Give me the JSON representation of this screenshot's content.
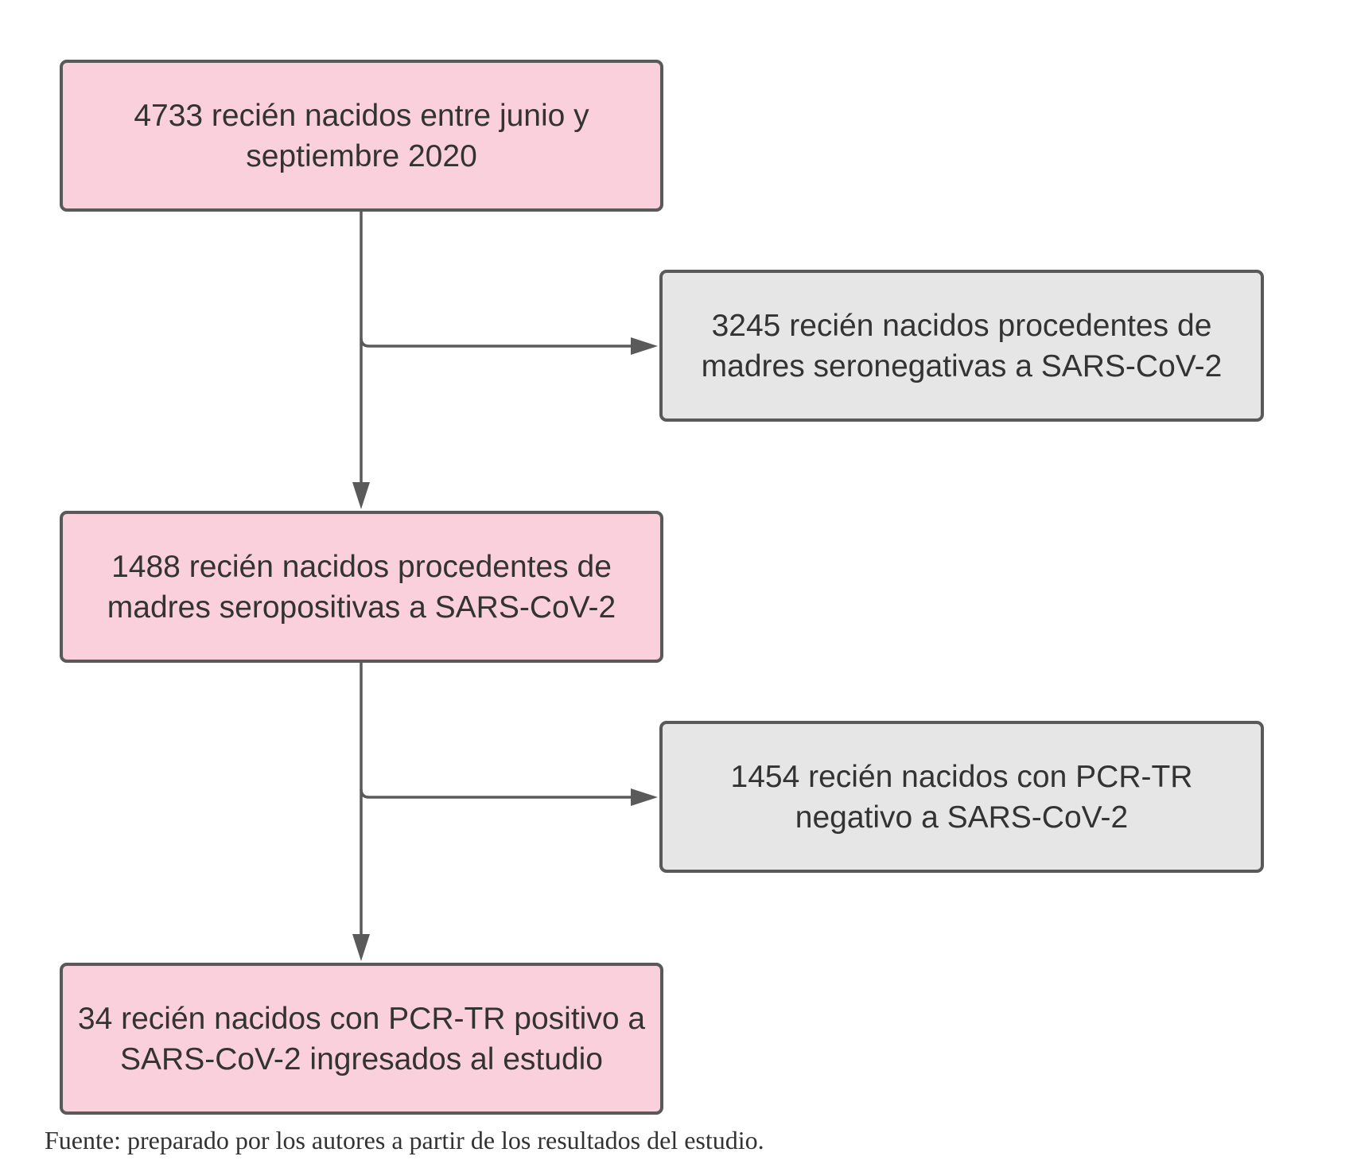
{
  "flowchart": {
    "nodes": [
      {
        "id": "n1",
        "text": "4733 recién nacidos entre junio y septiembre 2020"
      },
      {
        "id": "n2",
        "text": "3245 recién nacidos procedentes de madres seronegativas a SARS-CoV-2"
      },
      {
        "id": "n3",
        "text": "1488 recién nacidos procedentes de madres seropositivas a SARS-CoV-2"
      },
      {
        "id": "n4",
        "text": "1454 recién nacidos con PCR-TR negativo a SARS-CoV-2"
      },
      {
        "id": "n5",
        "text": "34 recién nacidos con PCR-TR positivo a SARS-CoV-2 ingresados al estudio"
      }
    ],
    "edges": [
      {
        "from": "n1",
        "to": "n3"
      },
      {
        "from": "n1",
        "to": "n2"
      },
      {
        "from": "n3",
        "to": "n5"
      },
      {
        "from": "n3",
        "to": "n4"
      }
    ]
  },
  "colors": {
    "included_box": "#f9d0dc",
    "excluded_box": "#e6e6e6",
    "border": "#595959",
    "arrow": "#5a5a5a"
  },
  "source_note": "Fuente: preparado por los autores a partir de los resultados del estudio."
}
